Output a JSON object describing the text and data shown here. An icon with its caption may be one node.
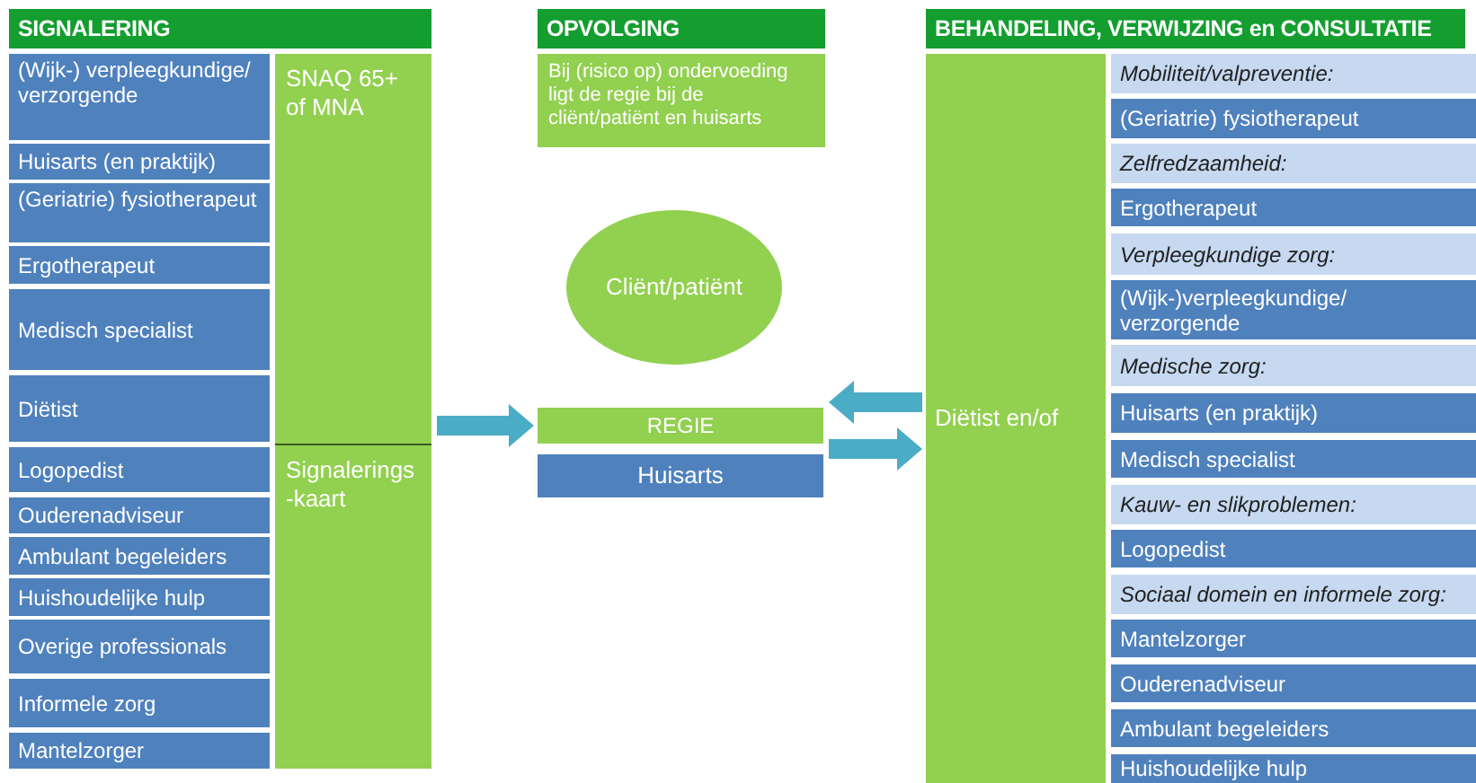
{
  "diagram": {
    "nodes": [
      {
        "text": [
          "SIGNALERING"
        ]
      },
      {
        "text": [
          "(Wijk-) verpleegkundige/ verzorgende"
        ]
      },
      {
        "text": [
          "Huisarts (en praktijk)"
        ]
      },
      {
        "text": [
          "(Geriatrie) fysiotherapeut"
        ]
      },
      {
        "text": [
          "Ergotherapeut"
        ]
      },
      {
        "text": [
          "Medisch specialist"
        ]
      },
      {
        "text": [
          "Diëtist"
        ]
      },
      {
        "text": [
          "Logopedist"
        ]
      },
      {
        "text": [
          "Ouderenadviseur"
        ]
      },
      {
        "text": [
          "Ambulant begeleiders"
        ]
      },
      {
        "text": [
          "Huishoudelijke hulp"
        ]
      },
      {
        "text": [
          "Overige professionals"
        ]
      },
      {
        "text": [
          "Informele zorg"
        ]
      },
      {
        "text": [
          "Mantelzorger"
        ]
      },
      {
        "text": [
          "SNAQ 65+ of MNA"
        ]
      },
      {
        "text": [
          "Signalerings -kaart"
        ]
      },
      {
        "text": [
          "OPVOLGING"
        ]
      },
      {
        "text": [
          "Bij (risico op) ondervoeding ligt de regie bij de cliënt/patiënt en huisarts"
        ]
      },
      {
        "text": [
          "Cliënt/patiënt"
        ]
      },
      {
        "text": [
          "REGIE"
        ]
      },
      {
        "text": [
          "Huisarts"
        ]
      },
      {
        "text": [
          "BEHANDELING, VERWIJZING en CONSULTATIE"
        ]
      },
      {
        "text": [
          "Diëtist en/of"
        ]
      },
      {
        "text": [
          "Mobiliteit/valpreventie:"
        ]
      },
      {
        "text": [
          "(Geriatrie) fysiotherapeut"
        ]
      },
      {
        "text": [
          "Zelfredzaamheid:"
        ]
      },
      {
        "text": [
          "Ergotherapeut"
        ]
      },
      {
        "text": [
          "Verpleegkundige zorg:"
        ]
      },
      {
        "text": [
          "(Wijk-)verpleegkundige/ verzorgende"
        ]
      },
      {
        "text": [
          "Medische zorg:"
        ]
      },
      {
        "text": [
          "Huisarts (en praktijk)"
        ]
      },
      {
        "text": [
          "Medisch specialist"
        ]
      },
      {
        "text": [
          "Kauw- en slikproblemen:"
        ]
      },
      {
        "text": [
          "Logopedist"
        ]
      },
      {
        "text": [
          "Sociaal domein en informele zorg:"
        ]
      },
      {
        "text": [
          "Mantelzorger"
        ]
      },
      {
        "text": [
          "Ouderenadviseur"
        ]
      },
      {
        "text": [
          "Ambulant begeleiders"
        ]
      },
      {
        "text": [
          "Huishoudelijke hulp"
        ]
      }
    ],
    "edges": [
      {
        "from": 14,
        "to": 19,
        "arrow": "to"
      },
      {
        "from": 22,
        "to": 19,
        "arrow": "to"
      },
      {
        "from": 19,
        "to": 22,
        "arrow": "to"
      }
    ]
  }
}
